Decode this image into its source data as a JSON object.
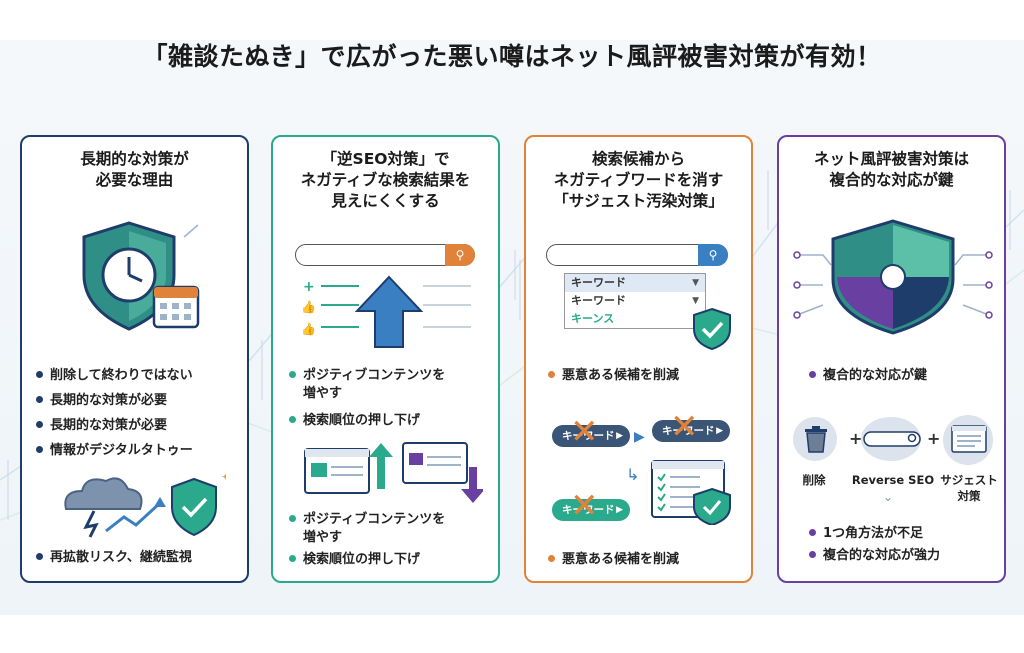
{
  "title": "「雑談たぬき」で広がった悪い噂はネット風評被害対策が有効！",
  "cards": [
    {
      "title_lines": [
        "長期的な対策が",
        "必要な理由"
      ],
      "bullets_top": [
        "削除して終わりではない",
        "長期的な対策が必要",
        "長期的な対策が必要",
        "情報がデジタルタトゥー"
      ],
      "bullets_bottom": [
        "再拡散リスク、継続監視"
      ],
      "icons": [
        "shield-clock-icon",
        "calendar-icon",
        "storm-cloud-icon",
        "trend-arrow-icon",
        "check-shield-icon"
      ]
    },
    {
      "title_lines": [
        "「逆SEO対策」で",
        "ネガティブな検索結果を",
        "見えにくくする"
      ],
      "bullets_top_1": [
        "ポジティブコンテンツを",
        "増やす"
      ],
      "bullets_top_2": "検索順位の押し下げ",
      "bullets_bottom_1": [
        "ポジティブコンテンツを",
        "増やす"
      ],
      "bullets_bottom_2": "検索順位の押し下げ",
      "icons": [
        "search-icon",
        "plus-icon",
        "thumbs-up-icon",
        "up-arrow-icon",
        "web-page-icon",
        "down-arrow-icon"
      ]
    },
    {
      "title_lines": [
        "検索候補から",
        "ネガティブワードを消す",
        "「サジェスト汚染対策」"
      ],
      "dropdown": [
        "キーワード",
        "キーワード",
        "キーンス"
      ],
      "pills": [
        "キーワード",
        "キーワード",
        "キーワード"
      ],
      "bullets": [
        "悪意ある候補を削減",
        "悪意ある候補を削減"
      ],
      "icons": [
        "search-icon",
        "check-shield-icon",
        "cross-icon",
        "checklist-icon"
      ]
    },
    {
      "title_lines": [
        "ネット風評被害対策は",
        "複合的な対応が鍵"
      ],
      "bullets_top": [
        "複合的な対応が鍵"
      ],
      "steps": [
        "削除",
        "Reverse SEO",
        "サジェスト",
        "対策"
      ],
      "bullets_bottom": [
        "1つ角方法が不足",
        "複合的な対応が強力"
      ],
      "icons": [
        "puzzle-shield-icon",
        "trash-icon",
        "search-bar-icon",
        "web-page-icon"
      ]
    }
  ],
  "colors": {
    "navy": "#1e3d6b",
    "green": "#2aa98c",
    "orange": "#e0823a",
    "purple": "#6a3fa2",
    "teal": "#2f8f86"
  }
}
